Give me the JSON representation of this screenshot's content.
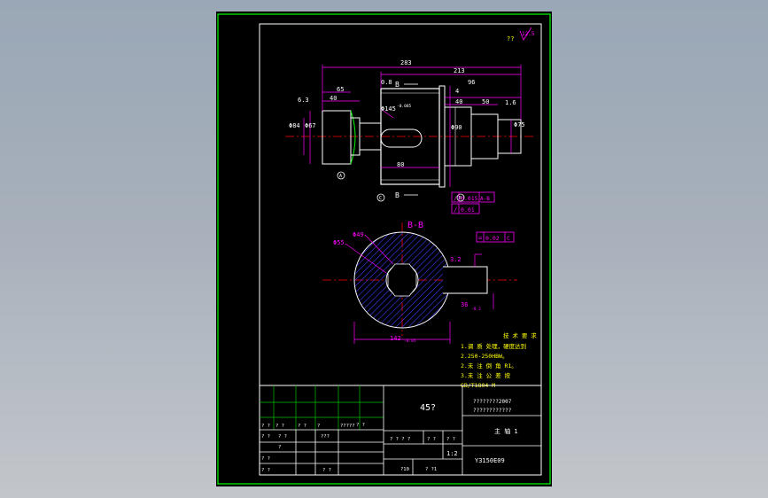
{
  "colors": {
    "background_outer": "#a7b0bb",
    "canvas": "#000000",
    "border_green": "#00ff00",
    "frame_white": "#ffffff",
    "dimension_magenta": "#ff00ff",
    "text_yellow": "#ffff00",
    "centerline_red": "#ff0000",
    "hatch_blue": "#3a3aff",
    "outline_white": "#ffffff",
    "grid_green": "#00c000"
  },
  "drawing": {
    "corner_mark": "??",
    "roughness_symbol": "12.5",
    "section_label": "B-B",
    "cut_label_top": "B",
    "cut_label_bottom": "B",
    "dims": {
      "overall_length": "283",
      "length_213": "213",
      "d_65": "65",
      "d_40_left": "40",
      "d_0_8": "0.8",
      "d_4": "4",
      "d_96": "96",
      "d_40_right": "40",
      "d_50": "50",
      "d_1_6": "1.6",
      "d_6_3": "6.3",
      "phi_84": "Φ84",
      "phi_67": "Φ67",
      "phi_145": "Φ145",
      "tol_145": "-0.085",
      "phi_90": "Φ90",
      "phi_75": "Φ75",
      "d_80": "80",
      "phi_49": "Φ49",
      "phi_55": "Φ55",
      "d_32": "3.2",
      "d_36": "36",
      "tol_36": "-0.2",
      "d_142": "142",
      "tol_142": "-0.05"
    },
    "datums": {
      "a": "A",
      "b": "B",
      "c": "C"
    },
    "tolerance_boxes": [
      {
        "symbol": "/",
        "value": "0.015",
        "datum": "A-B"
      },
      {
        "symbol": "/",
        "value": "0.01",
        "datum": ""
      },
      {
        "symbol": "=",
        "value": "0.02",
        "datum": "C"
      }
    ],
    "notes": {
      "title": "技 术 要 求",
      "lines": [
        "1.调 质 处理，硬度达到",
        "2.250-250HBW。",
        "2.未 注 倒 角 R1。",
        "3.未 注 公 差 按",
        "GB/T1804-M"
      ]
    }
  },
  "title_block": {
    "material": "45?",
    "company_line1": "????????2007",
    "company_line2": "????????????",
    "part_name": "主 轴 1",
    "drawing_number": "Y3150E09",
    "scale": "1:2",
    "row_labels_a": [
      "? ?",
      "? ?",
      "? ?",
      "?",
      "?????"
    ],
    "row_labels_b": [
      "? ?",
      "? ?",
      "???",
      "? ?"
    ],
    "row_labels_c": [
      "? ?",
      "?"
    ],
    "row_labels_d": [
      "? ?",
      "? ?"
    ],
    "stage_label": "? ? ? ?",
    "weight_label": "? ?",
    "scale_label": "? ?",
    "sheet_label": "?10",
    "sheet_count": "? ?1"
  }
}
